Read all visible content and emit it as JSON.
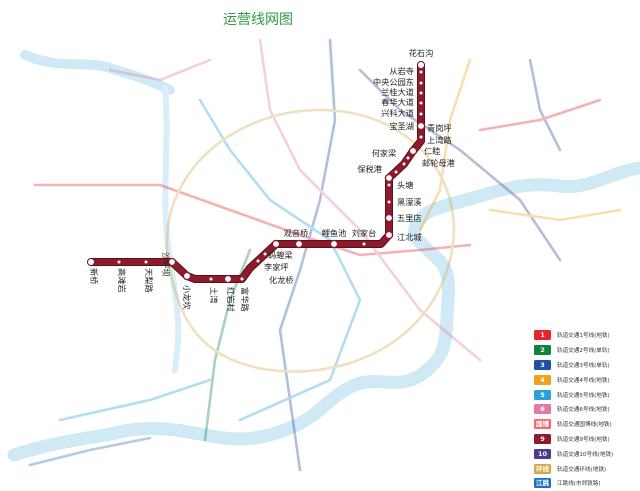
{
  "title": "运营线网图",
  "colors": {
    "main_line": "#8e1b2c",
    "title": "#2e9a46",
    "river": "#c8e6f3"
  },
  "highlighted_line": {
    "stations": [
      {
        "name": "花石沟",
        "kind": "terminal"
      },
      {
        "name": "从岩寺",
        "kind": "normal"
      },
      {
        "name": "中央公园东",
        "kind": "normal"
      },
      {
        "name": "兰桂大道",
        "kind": "normal"
      },
      {
        "name": "春华大道",
        "kind": "normal"
      },
      {
        "name": "兴科大道",
        "kind": "normal"
      },
      {
        "name": "宝圣湖",
        "kind": "transfer"
      },
      {
        "name": "青岗坪",
        "kind": "normal"
      },
      {
        "name": "上湾路",
        "kind": "transfer"
      },
      {
        "name": "仁睦",
        "kind": "normal"
      },
      {
        "name": "邮轮母港",
        "kind": "normal"
      },
      {
        "name": "何家梁",
        "kind": "normal"
      },
      {
        "name": "保税港",
        "kind": "transfer"
      },
      {
        "name": "头塘",
        "kind": "normal"
      },
      {
        "name": "黑濛溪",
        "kind": "normal"
      },
      {
        "name": "五里店",
        "kind": "transfer"
      },
      {
        "name": "江北城",
        "kind": "transfer"
      },
      {
        "name": "刘家台",
        "kind": "normal"
      },
      {
        "name": "鲤鱼池",
        "kind": "transfer"
      },
      {
        "name": "观音桥",
        "kind": "transfer"
      },
      {
        "name": "蚂蝗梁",
        "kind": "normal"
      },
      {
        "name": "李家坪",
        "kind": "normal"
      },
      {
        "name": "化龙桥",
        "kind": "normal"
      },
      {
        "name": "富华路",
        "kind": "normal"
      },
      {
        "name": "红岩村",
        "kind": "transfer"
      },
      {
        "name": "土湾",
        "kind": "normal"
      },
      {
        "name": "小龙坎",
        "kind": "transfer"
      },
      {
        "name": "沙坪坝",
        "kind": "transfer"
      },
      {
        "name": "天梨路",
        "kind": "normal"
      },
      {
        "name": "高滩岩",
        "kind": "normal"
      },
      {
        "name": "新桥",
        "kind": "terminal"
      }
    ]
  },
  "legend": [
    {
      "badge": "1",
      "color": "#e4262c",
      "label": "轨道交通1号线(地铁)"
    },
    {
      "badge": "2",
      "color": "#12813b",
      "label": "轨道交通2号线(单轨)"
    },
    {
      "badge": "3",
      "color": "#1f4fa0",
      "label": "轨道交通3号线(单轨)"
    },
    {
      "badge": "4",
      "color": "#f0a21e",
      "label": "轨道交通4号线(地铁)"
    },
    {
      "badge": "5",
      "color": "#2b9fd9",
      "label": "轨道交通5号线(地铁)"
    },
    {
      "badge": "6",
      "color": "#e17aa5",
      "label": "轨道交通6号线(地铁)"
    },
    {
      "badge": "国博",
      "color": "#f26b6b",
      "label": "轨道交通国博线(地铁)"
    },
    {
      "badge": "9",
      "color": "#8e1b2c",
      "label": "轨道交通9号线(地铁)"
    },
    {
      "badge": "10",
      "color": "#4b3a8f",
      "label": "轨道交通10号线(地铁)"
    },
    {
      "badge": "环线",
      "color": "#d4a94a",
      "label": "轨道交通环线(地铁)"
    },
    {
      "badge": "江跳",
      "color": "#1f6fc0",
      "label": "江跳线(市郊铁路)"
    }
  ]
}
